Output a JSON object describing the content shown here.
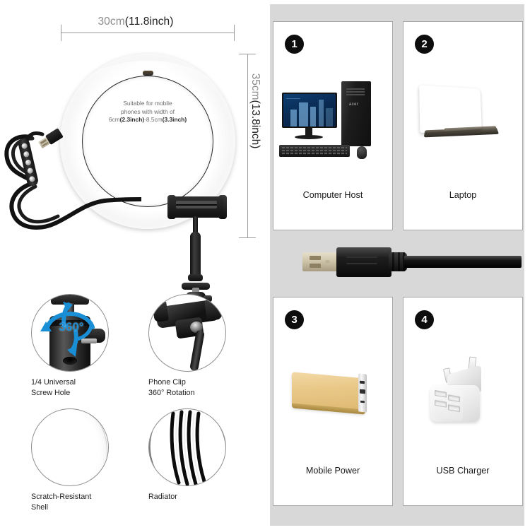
{
  "product": {
    "dimensions": {
      "width_label_cm": "30cm",
      "width_label_in": "(11.8inch)",
      "height_label_cm": "35cm",
      "height_label_in": "(13.8inch)"
    },
    "ring_note": {
      "line1": "Suitable for mobile",
      "line2": "phones with width of",
      "line3_a": "6cm",
      "line3_b": "(2.3inch)",
      "line3_c": "-8.5cm",
      "line3_d": "(3.3inch)"
    }
  },
  "features": [
    {
      "label_line1": "1/4 Universal",
      "label_line2": "Screw Hole",
      "badge_text": "360°",
      "icon": "ball-head-icon"
    },
    {
      "label_line1": "Phone Clip",
      "label_line2": "360° Rotation",
      "badge_text": "",
      "icon": "phone-clip-icon"
    },
    {
      "label_line1": "Scratch-Resistant",
      "label_line2": "Shell",
      "badge_text": "",
      "icon": "glossy-shell-icon"
    },
    {
      "label_line1": "Radiator",
      "label_line2": "",
      "badge_text": "",
      "icon": "radiator-vent-icon"
    }
  ],
  "compatibility": {
    "cable_icon": "usb-cable-icon",
    "cards": [
      {
        "number": "1",
        "caption": "Computer Host",
        "icon": "desktop-computer-icon"
      },
      {
        "number": "2",
        "caption": "Laptop",
        "icon": "laptop-icon"
      },
      {
        "number": "3",
        "caption": "Mobile Power",
        "icon": "power-bank-icon"
      },
      {
        "number": "4",
        "caption": "USB Charger",
        "icon": "usb-wall-charger-icon"
      }
    ]
  },
  "colors": {
    "accent_blue": "#1b8fd6",
    "panel_background": "#d8d8d8",
    "card_background": "#ffffff",
    "card_border": "#a8a8a8",
    "badge_background": "#0d0d0d",
    "dimension_line": "#9a9a9a",
    "text_primary": "#1a1a1a",
    "text_muted": "#8d8d8d"
  }
}
